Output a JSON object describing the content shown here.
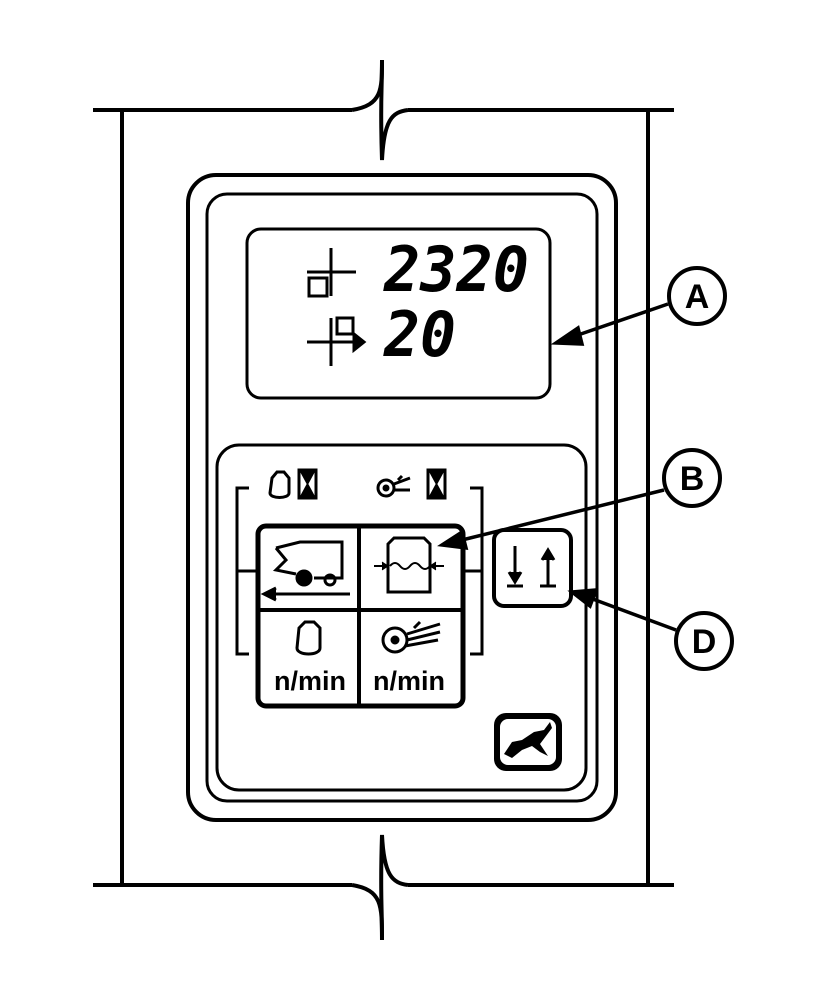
{
  "display": {
    "line1_value": "2320",
    "line2_value": "20",
    "line1_icon": "area-counter-icon",
    "line2_icon": "area-rate-icon"
  },
  "keypad": {
    "top_left_label_icons": [
      "engine-icon",
      "hourglass-icon"
    ],
    "top_right_label_icons": [
      "fan-icon",
      "hourglass-icon"
    ],
    "buttons": [
      {
        "icon": "combine-ground-speed-icon"
      },
      {
        "icon": "grain-tank-icon"
      },
      {
        "icon": "engine-icon",
        "label": "n/min"
      },
      {
        "icon": "fan-icon",
        "label": "n/min"
      }
    ],
    "side_button_icon": "scroll-up-down-icon"
  },
  "callouts": {
    "a": "A",
    "b": "B",
    "d": "D"
  },
  "logo": "john-deere-deer-icon"
}
